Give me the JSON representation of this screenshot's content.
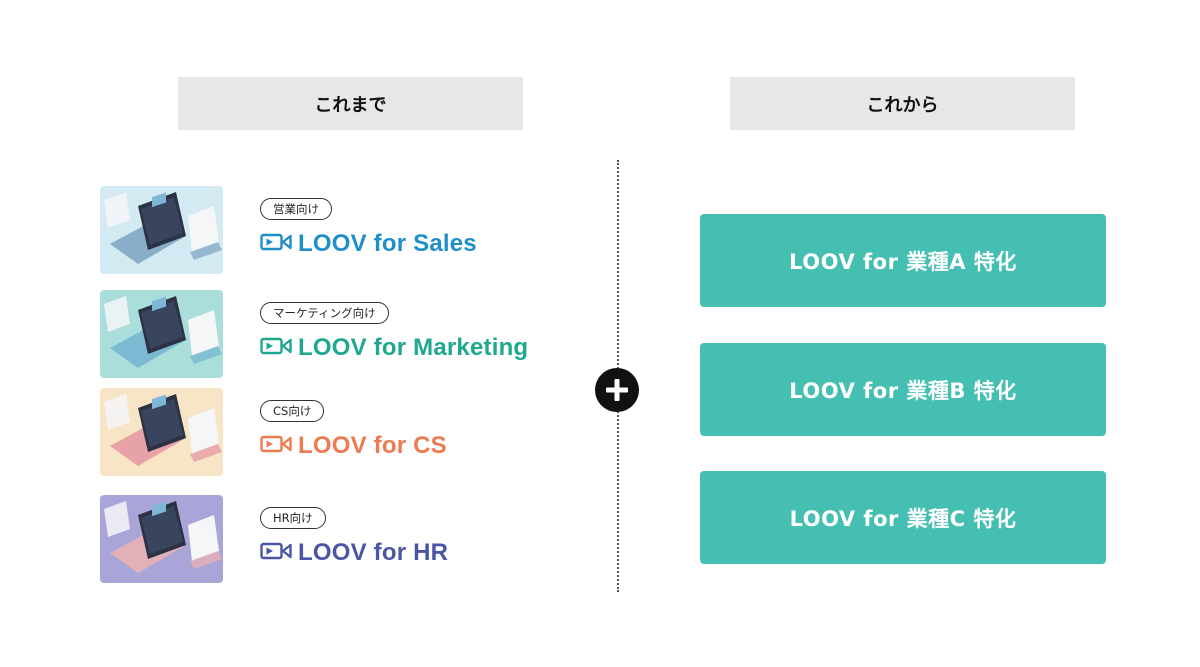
{
  "headers": {
    "before": "これまで",
    "after": "これから"
  },
  "products": [
    {
      "tag": "営業向け",
      "name": "LOOV for Sales",
      "color": "#1f8fc9",
      "thumb_bg": "#d4eaf3",
      "laptop": "#7fa7c3"
    },
    {
      "tag": "マーケティング向け",
      "name": "LOOV for Marketing",
      "color": "#1ea88f",
      "thumb_bg": "#a9dedb",
      "laptop": "#77b6d2"
    },
    {
      "tag": "CS向け",
      "name": "LOOV for CS",
      "color": "#ee7a52",
      "thumb_bg": "#f7e5c6",
      "laptop": "#e39aa3"
    },
    {
      "tag": "HR向け",
      "name": "LOOV for HR",
      "color": "#4a55a6",
      "thumb_bg": "#aaa5d9",
      "laptop": "#e8b3b3"
    }
  ],
  "specializations": [
    "LOOV for 業種A 特化",
    "LOOV for 業種B 特化",
    "LOOV for 業種C 特化"
  ],
  "accent_color": "#45bfb1",
  "icons": {
    "video": "video-camera-icon",
    "plus": "plus-icon"
  }
}
